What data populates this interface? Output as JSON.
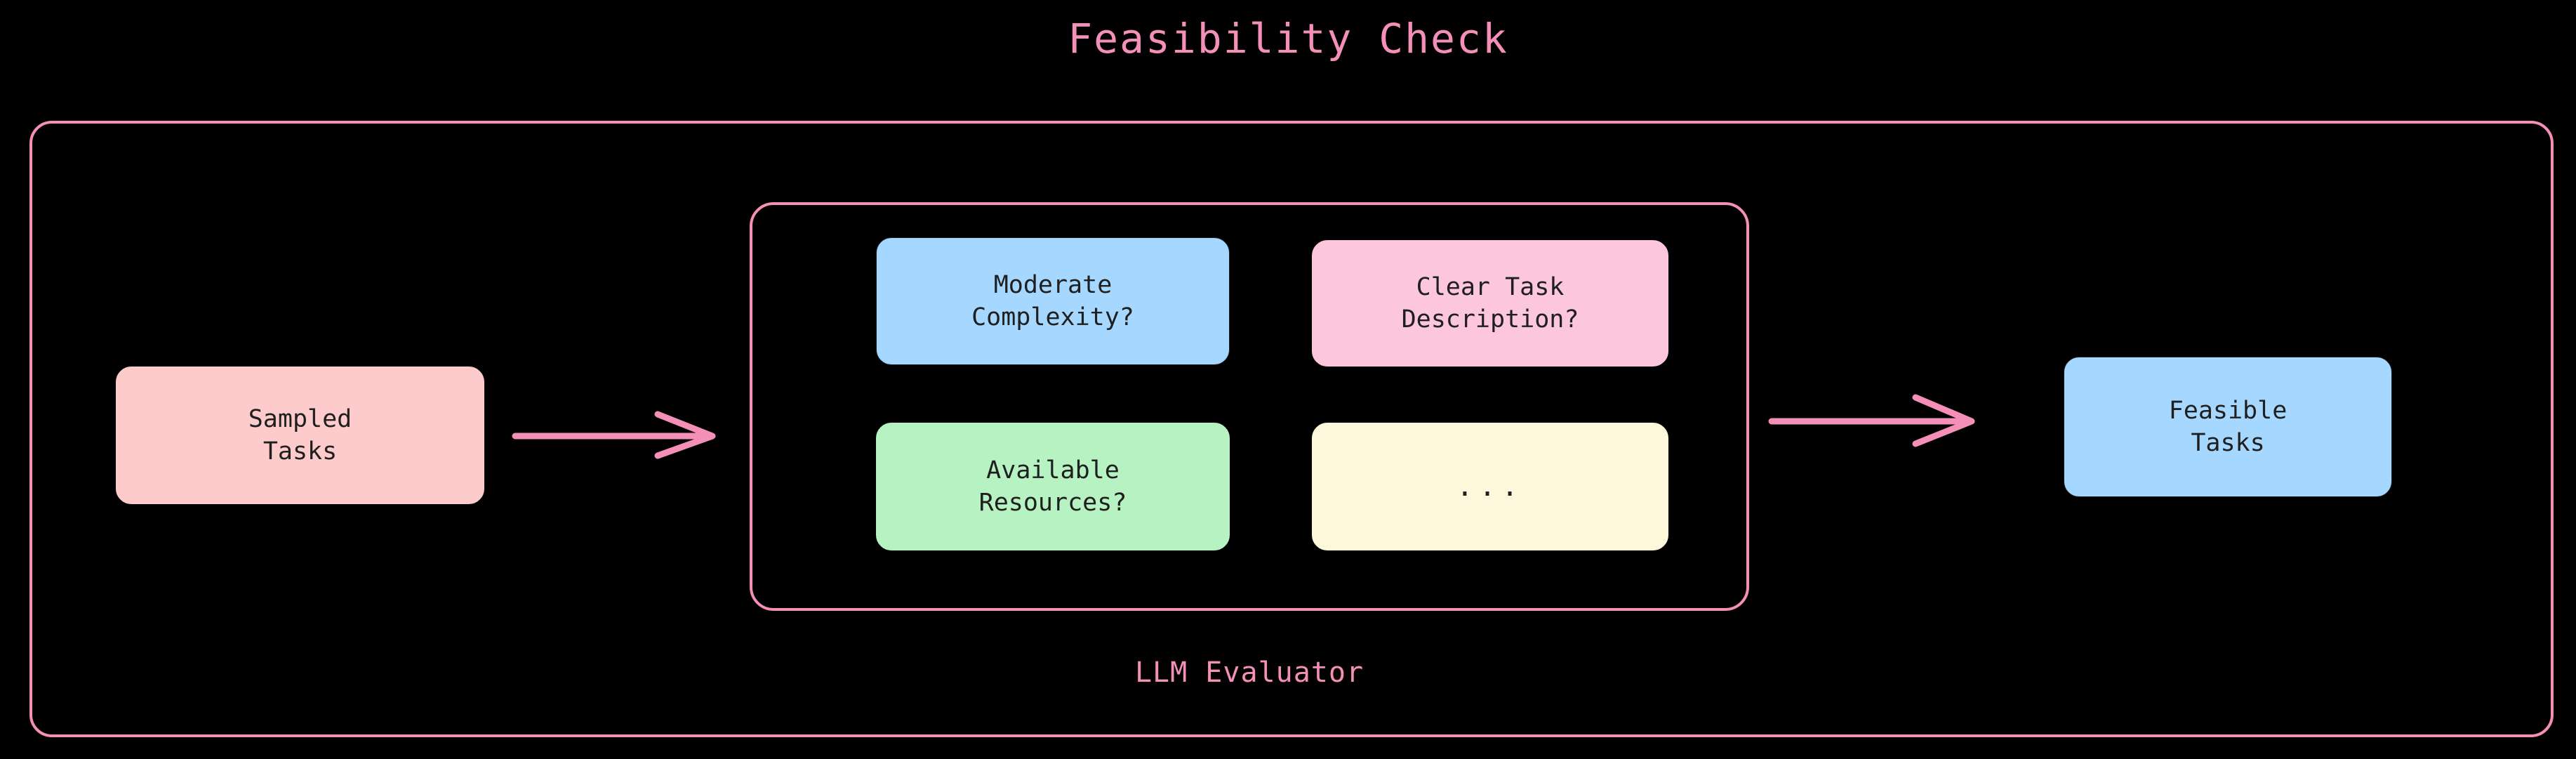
{
  "diagram": {
    "title": "Feasibility Check",
    "background_color": "#000000",
    "accent_color": "#f48fb8",
    "text_color": "#1f1f1f",
    "outer_group": {
      "label": "",
      "border_color": "#f48fb8"
    },
    "inner_group": {
      "label": "LLM Evaluator",
      "border_color": "#f48fb8"
    },
    "nodes": [
      {
        "id": "sampled-tasks",
        "label": "Sampled\nTasks",
        "fill": "#fdcbcb"
      },
      {
        "id": "moderate-complexity",
        "label": "Moderate\nComplexity?",
        "fill": "#a6d8ff"
      },
      {
        "id": "clear-task-description",
        "label": "Clear Task\nDescription?",
        "fill": "#fcc6dc"
      },
      {
        "id": "available-resources",
        "label": "Available\nResources?",
        "fill": "#b6f2c2"
      },
      {
        "id": "ellipsis",
        "label": "...",
        "fill": "#fdf8dc"
      },
      {
        "id": "feasible-tasks",
        "label": "Feasible\nTasks",
        "fill": "#a6d8ff"
      }
    ],
    "edges": [
      {
        "id": "sampled-to-evaluator",
        "from": "sampled-tasks",
        "to": "llm-evaluator",
        "label": "",
        "color": "#f48fb8",
        "arrowhead": "open-v"
      },
      {
        "id": "evaluator-to-feasible",
        "from": "llm-evaluator",
        "to": "feasible-tasks",
        "label": "",
        "color": "#f48fb8",
        "arrowhead": "open-v"
      }
    ]
  }
}
